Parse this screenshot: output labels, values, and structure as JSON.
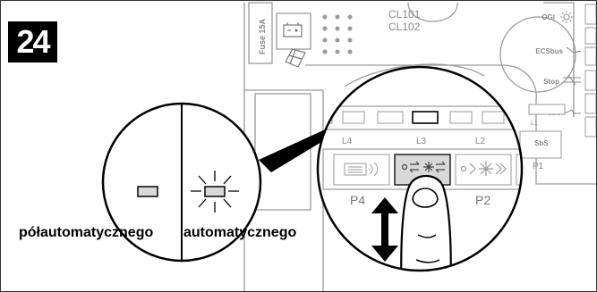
{
  "step_number": "24",
  "board": {
    "fuse_label": "Fuse 15A",
    "cl101": "CL101",
    "cl102": "CL102",
    "terminals": [
      {
        "label": "OGI",
        "icon": "sun-icon"
      },
      {
        "label": "ECSbus",
        "icon": "ecsbus-icon"
      },
      {
        "label": "Stop",
        "icon": "stop-icon"
      },
      {
        "label": "SbS",
        "icon": "sbs-icon"
      }
    ]
  },
  "leds": {
    "l4": "L4",
    "l3": "L3",
    "l2": "L2",
    "l1": "L1"
  },
  "buttons": {
    "p4": "P4",
    "p2": "P2",
    "p1": "P1",
    "sbs": "SbS"
  },
  "modes": {
    "semi_automatic": "półautomatycznego",
    "automatic": "automatycznego"
  },
  "colors": {
    "led_off": "#d9d9d9",
    "outline": "#000000",
    "board_lines": "#9a9a9a"
  }
}
